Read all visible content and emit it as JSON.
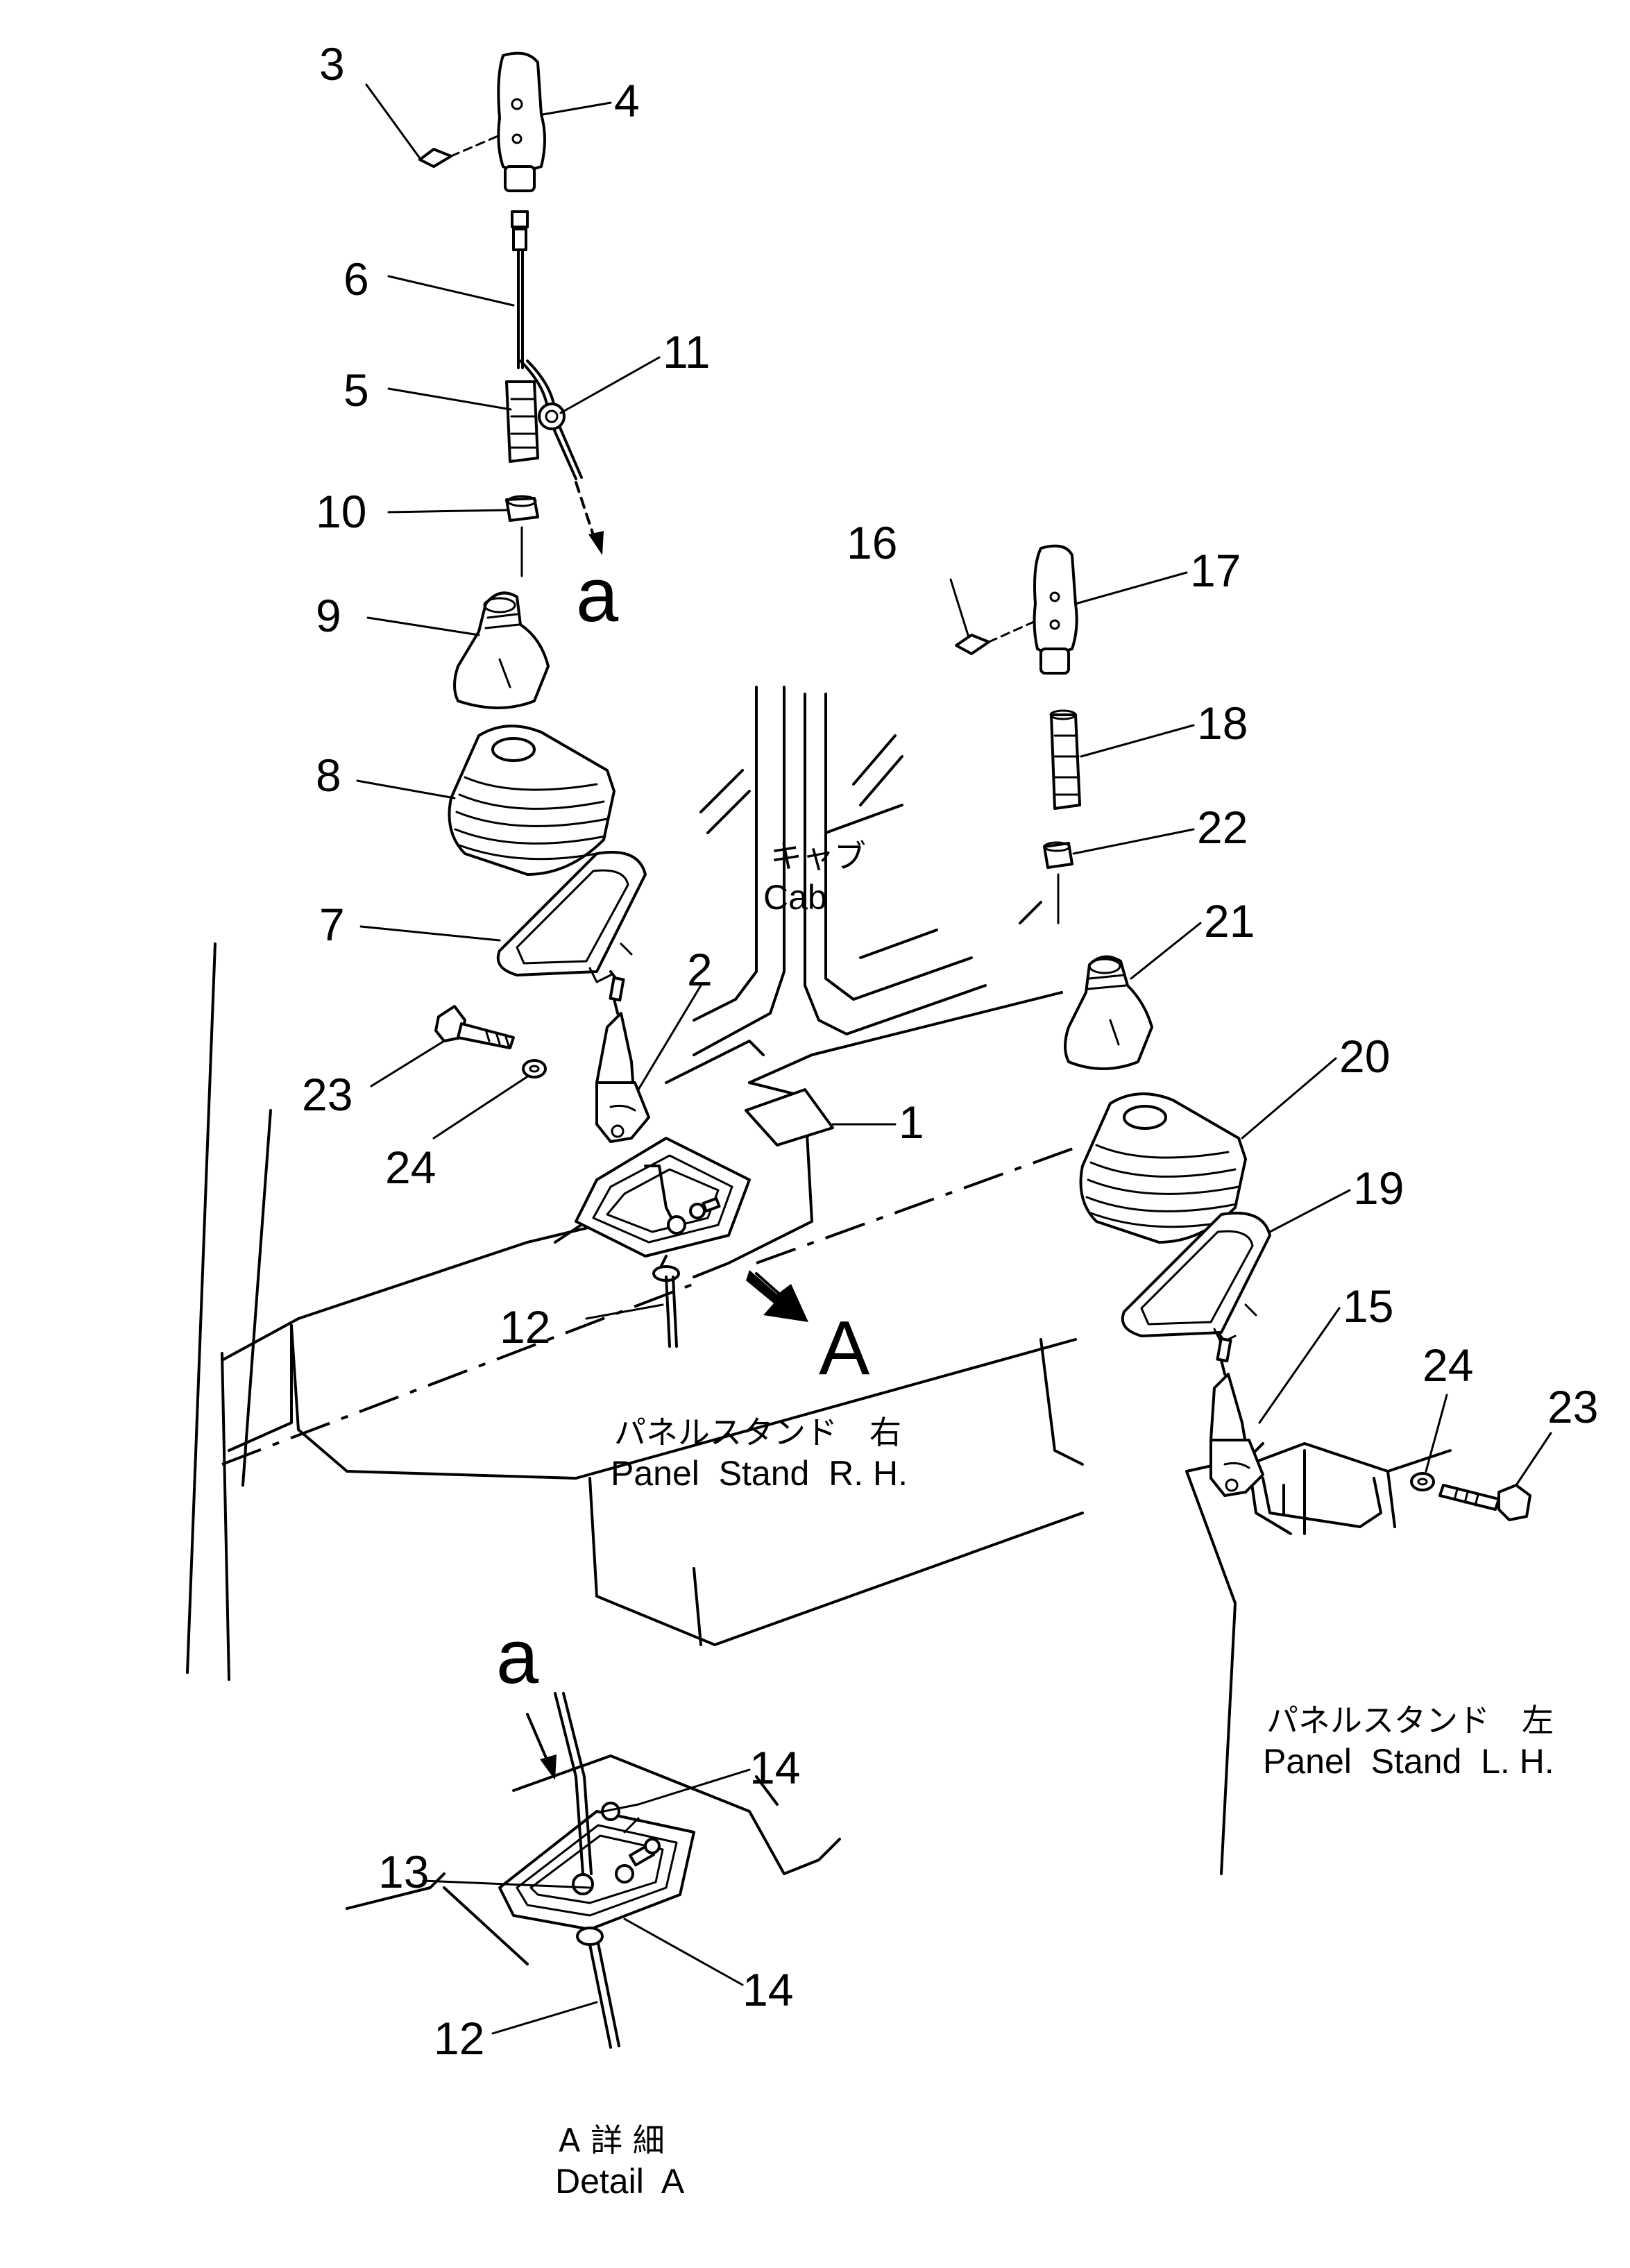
{
  "callouts": {
    "c1": "1",
    "c2": "2",
    "c3": "3",
    "c4": "4",
    "c5": "5",
    "c6": "6",
    "c7": "7",
    "c8": "8",
    "c9": "9",
    "c10": "10",
    "c11": "11",
    "c12": "12",
    "c12b": "12",
    "c13": "13",
    "c14a": "14",
    "c14b": "14",
    "c15": "15",
    "c16": "16",
    "c17": "17",
    "c18": "18",
    "c19": "19",
    "c20": "20",
    "c21": "21",
    "c22": "22",
    "c23": "23",
    "c23b": "23",
    "c24": "24",
    "c24b": "24"
  },
  "markers": {
    "a_top": "a",
    "a_bottom": "a",
    "view_A": "A"
  },
  "captions": {
    "cab_jp": "キャブ",
    "cab_en": "Cab",
    "rh_jp": "パネルスタンド　右",
    "rh_en": "Panel  Stand  R. H.",
    "lh_jp": "パネルスタンド　左",
    "lh_en": "Panel  Stand  L. H.",
    "detail_jp": "A 詳 細",
    "detail_en": "Detail  A"
  }
}
